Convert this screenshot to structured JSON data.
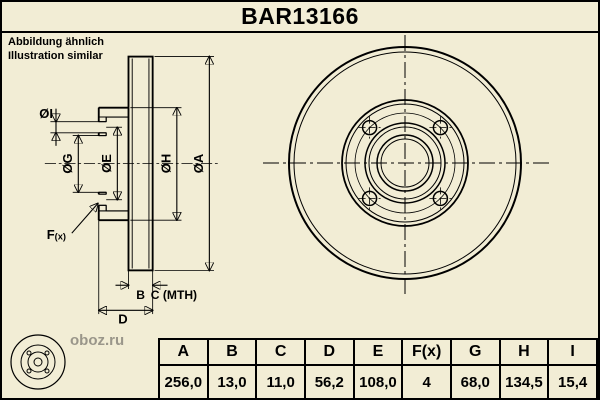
{
  "header": {
    "title": "BAR13166",
    "note1": "Abbildung ähnlich",
    "note2": "Illustration similar"
  },
  "watermark": {
    "site": "oboz.ru"
  },
  "section_view": {
    "labels": {
      "dia_i": "ØI",
      "dia_g": "ØG",
      "dia_e": "ØE",
      "dia_h": "ØH",
      "dia_a": "ØA",
      "f": "F",
      "f_sub": "(x)",
      "b": "B",
      "c_mth": "C (MTH)",
      "d": "D"
    }
  },
  "table": {
    "headers": [
      "A",
      "B",
      "C",
      "D",
      "E",
      "F(x)",
      "G",
      "H",
      "I"
    ],
    "values": [
      "256,0",
      "13,0",
      "11,0",
      "56,2",
      "108,0",
      "4",
      "68,0",
      "134,5",
      "15,4"
    ]
  },
  "colors": {
    "background": "#f2edd5",
    "line": "#000000"
  }
}
